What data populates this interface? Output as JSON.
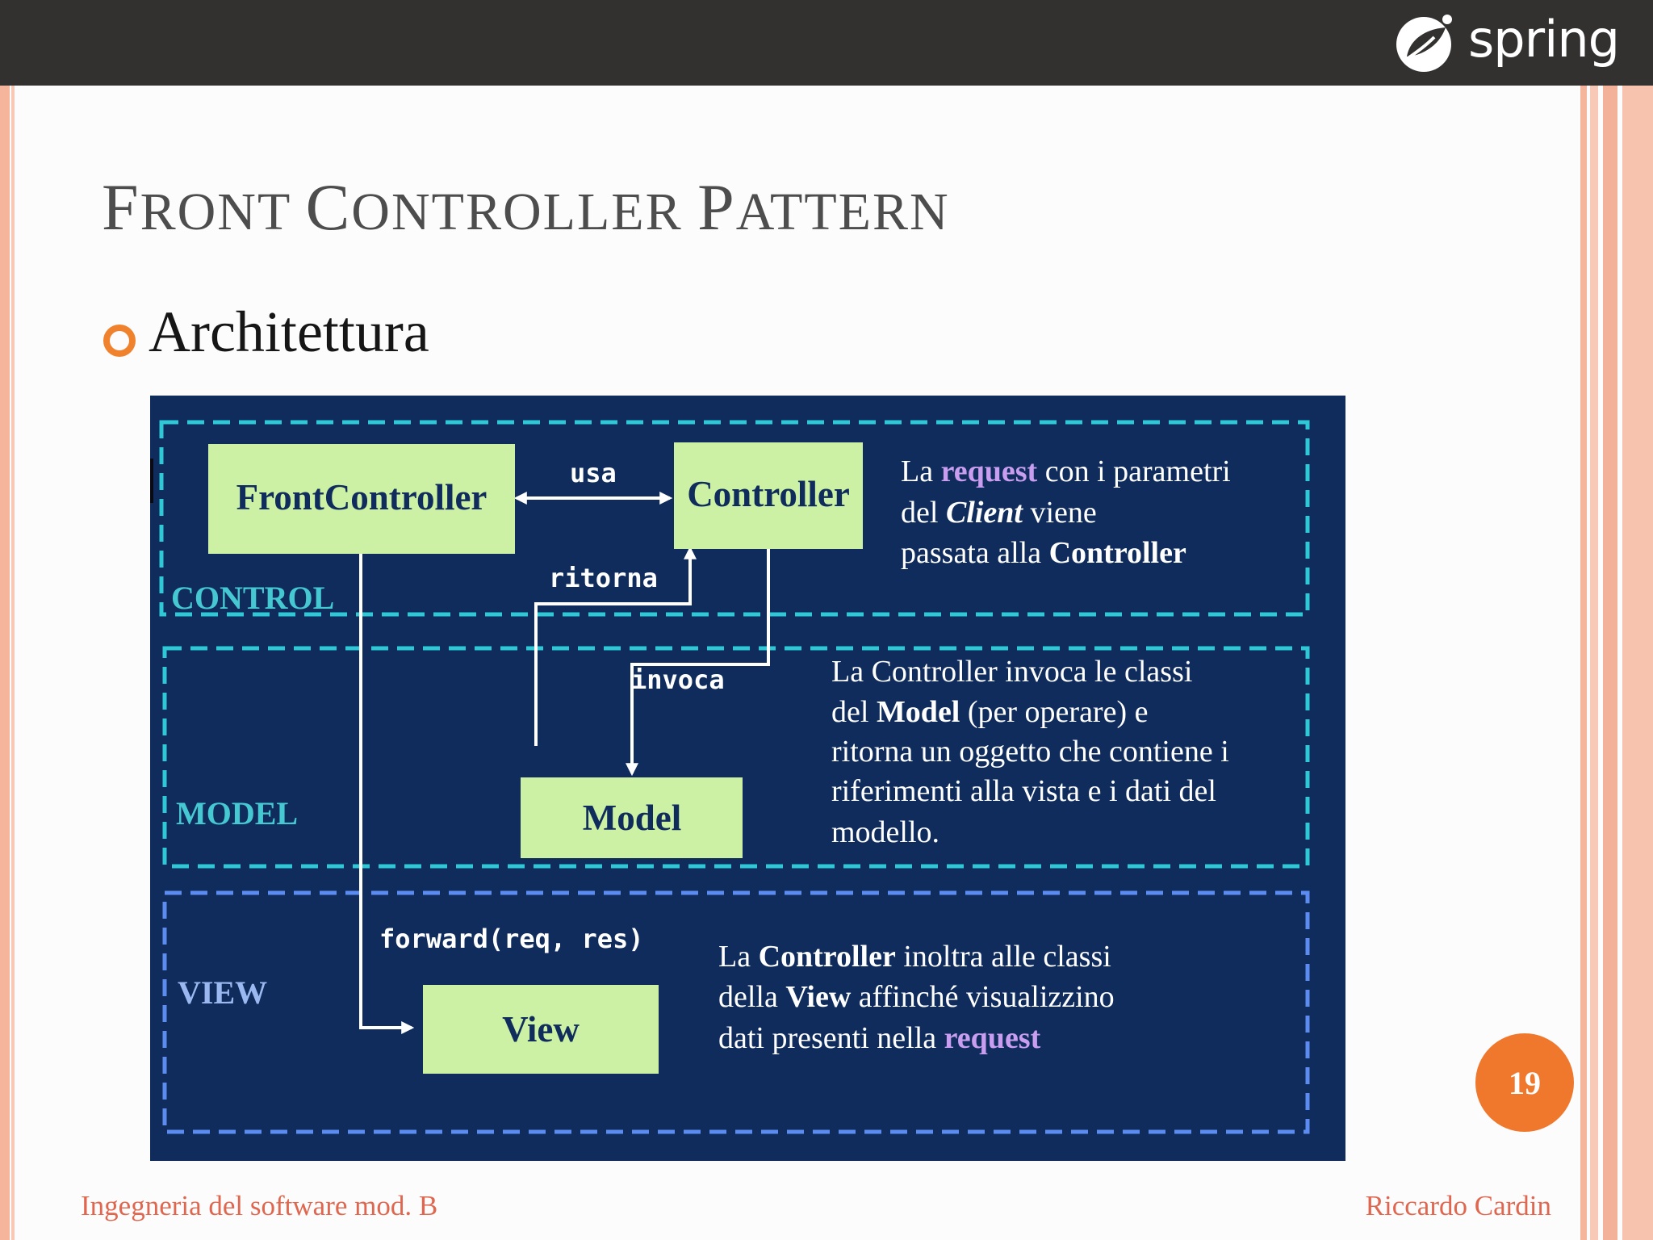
{
  "header": {
    "logo_text": "spring"
  },
  "slide": {
    "title_initials": [
      "F",
      "C",
      "P"
    ],
    "title_rest": [
      "RONT ",
      "ONTROLLER ",
      "ATTERN"
    ],
    "bullet": "Architettura",
    "page_number": "19"
  },
  "diagram": {
    "sections": {
      "control": "CONTROL",
      "model": "MODEL",
      "view": "VIEW"
    },
    "boxes": {
      "front_controller": "FrontController",
      "controller": "Controller",
      "model": "Model",
      "view": "View"
    },
    "arrows": {
      "usa": "usa",
      "ritorna": "ritorna",
      "invoca": "invoca",
      "forward": "forward(req, res)"
    },
    "descriptions": {
      "control": [
        [
          "La ",
          "request",
          " con i parametri"
        ],
        [
          "del ",
          "Client",
          " viene"
        ],
        [
          "passata alla ",
          "Controller",
          ""
        ]
      ],
      "model": [
        [
          "La  Controller  invoca le classi"
        ],
        [
          "del ",
          "Model",
          " (per operare) e"
        ],
        [
          "ritorna un oggetto che contiene i"
        ],
        [
          "riferimenti alla vista e i dati del"
        ],
        [
          "modello."
        ]
      ],
      "view": [
        [
          "La ",
          "Controller",
          " inoltra alle classi"
        ],
        [
          "della ",
          "View",
          " affinché visualizzino"
        ],
        [
          "dati presenti nella ",
          "request",
          ""
        ]
      ]
    }
  },
  "footer": {
    "left": "Ingegneria del software mod. B",
    "right": "Riccardo Cardin"
  },
  "colors": {
    "slide_background": "#fcfcfd",
    "top_bar": "#333130",
    "diagram_background": "#0f2c5c",
    "box_fill": "#ccf0a4",
    "section_label": "#46c8d2",
    "accent_purple": "#c99ef0",
    "accent_orange": "#f0782d"
  }
}
